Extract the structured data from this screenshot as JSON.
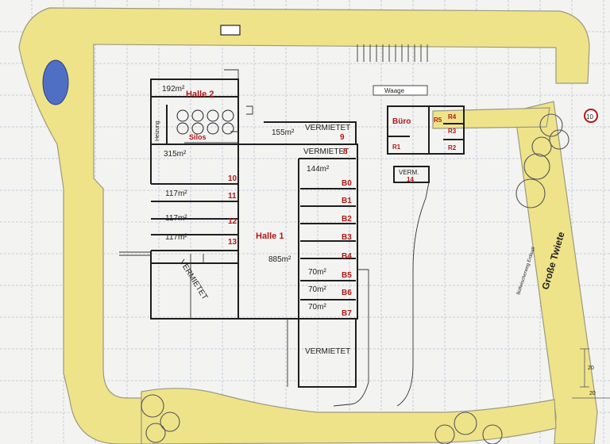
{
  "halls": {
    "halle1": "Halle 1",
    "halle2": "Halle 2"
  },
  "areas": {
    "a192": "192m²",
    "a315": "315m²",
    "a155": "155m²",
    "a144": "144m²",
    "a117": "117m²",
    "a885": "885m²",
    "a70": "70m²"
  },
  "labels": {
    "vermietet": "VERMIETET",
    "verm": "VERM.",
    "heizung": "Heizung",
    "silos": "Silos",
    "waage": "Waage",
    "buero": "Büro",
    "street": "Große Twiete",
    "small_street": "Bollwischerweg Erdwall",
    "speed": "10",
    "dim_a": "20",
    "dim_b": "20"
  },
  "units": {
    "u9": "9",
    "u8": "8",
    "u10": "10",
    "u11": "11",
    "u12": "12",
    "u13": "13",
    "u14": "14",
    "b0": "B0",
    "b1": "B1",
    "b2": "B2",
    "b3": "B3",
    "b4": "B4",
    "b5": "B5",
    "b6": "B6",
    "b7": "B7",
    "r1": "R1",
    "r2": "R2",
    "r3": "R3",
    "r4": "R4",
    "r5": "R5"
  },
  "colors": {
    "road": "#efe38a",
    "road_edge": "#9a9a80",
    "pond": "#4f6fc4",
    "wall": "#1e1e1e",
    "grid": "#b9c4d4",
    "unit_red": "#b01818"
  }
}
